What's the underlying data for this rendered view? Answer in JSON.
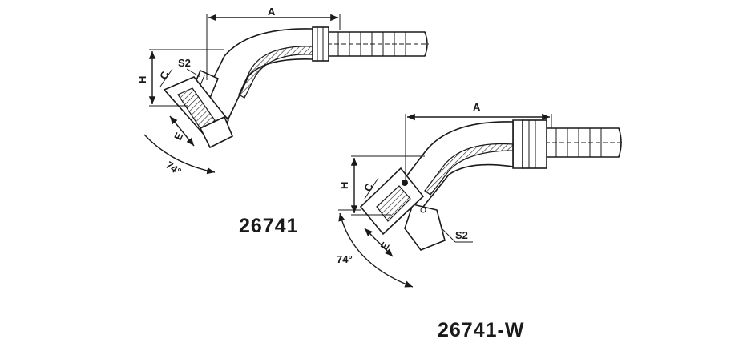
{
  "drawings": [
    {
      "part_number": "26741",
      "labels": {
        "length": "A",
        "height": "H",
        "chamfer": "C",
        "hex": "S2",
        "thread": "E",
        "angle": "74°"
      }
    },
    {
      "part_number": "26741-W",
      "labels": {
        "length": "A",
        "height": "H",
        "chamfer": "C",
        "hex": "S2",
        "thread": "E",
        "angle": "74°"
      }
    }
  ]
}
